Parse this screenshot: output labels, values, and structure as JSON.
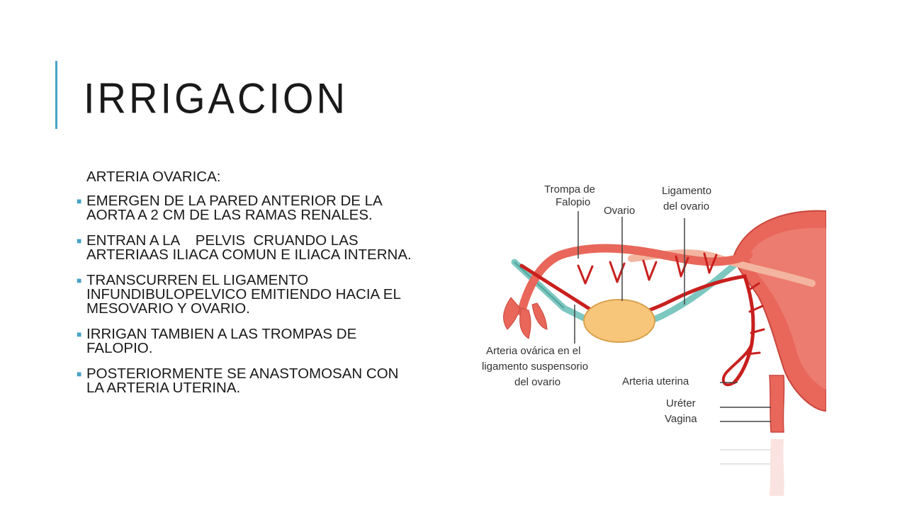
{
  "slide": {
    "title": "IRRIGACION",
    "subheading": "ARTERIA OVARICA:",
    "bullets": [
      "EMERGEN DE LA PARED ANTERIOR DE LA AORTA A 2 CM DE LAS RAMAS RENALES.",
      "ENTRAN A LA    PELVIS  CRUANDO LAS ARTERIAAS ILIACA COMUN E ILIACA INTERNA.",
      "TRANSCURREN EL LIGAMENTO INFUNDIBULOPELVICO EMITIENDO HACIA EL MESOVARIO Y OVARIO.",
      "IRRIGAN TAMBIEN A LAS TROMPAS DE FALOPIO.",
      "POSTERIORMENTE SE ANASTOMOSAN CON LA ARTERIA UTERINA."
    ],
    "bullet_icon": "square-bullet-icon",
    "accent_color": "#4aa3c4"
  },
  "figure": {
    "labels": {
      "trompa_1": "Trompa de",
      "trompa_2": "Falopio",
      "ovario": "Ovario",
      "ligamento_1": "Ligamento",
      "ligamento_2": "del ovario",
      "arteria_ovarica_1": "Arteria ovárica en el",
      "arteria_ovarica_2": "ligamento suspensorio",
      "arteria_ovarica_3": "del ovario",
      "arteria_uterina": "Arteria uterina",
      "ureter": "Uréter",
      "vagina": "Vagina"
    }
  }
}
